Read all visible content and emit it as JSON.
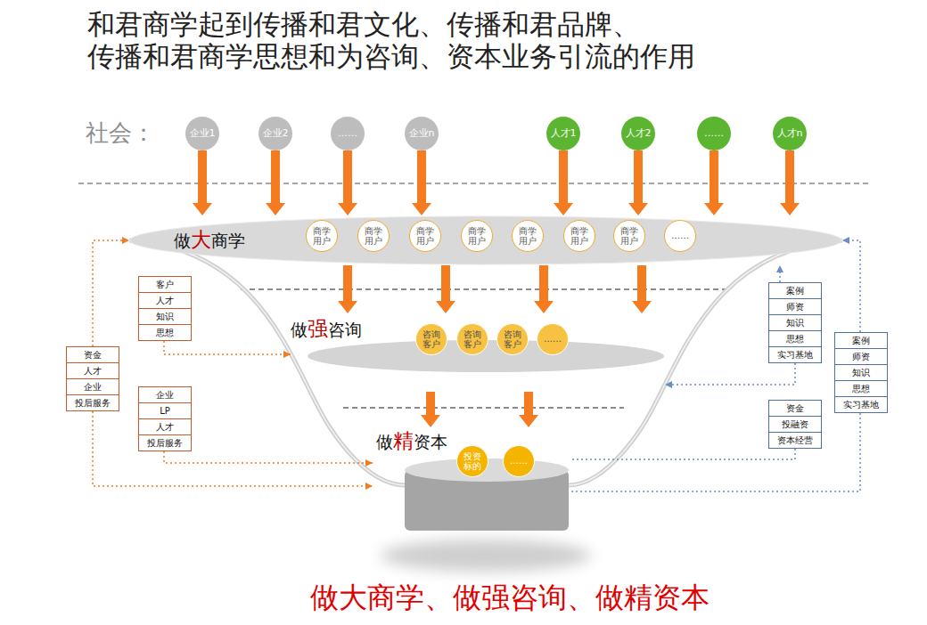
{
  "diagram": {
    "title": "和君商学起到传播和君文化、传播和君品牌、 传播和君商学思想和为咨询、资本业务引流的作用",
    "caption": "做大商学、做强咨询、做精资本",
    "nodes": [
      {
        "text": [
          "企业1"
        ]
      },
      {
        "text": [
          "企业2"
        ]
      },
      {
        "text": [
          "……"
        ]
      },
      {
        "text": [
          "企业n"
        ]
      },
      {
        "text": [
          "人才1"
        ]
      },
      {
        "text": [
          "人才2"
        ]
      },
      {
        "text": [
          "……"
        ]
      },
      {
        "text": [
          "人才n"
        ]
      },
      {
        "text": [
          "做大商学"
        ]
      },
      {
        "text": [
          "商学用户"
        ],
        "in": 8
      },
      {
        "text": [
          "商学用户"
        ],
        "in": 8
      },
      {
        "text": [
          "商学用户"
        ],
        "in": 8
      },
      {
        "text": [
          "商学用户"
        ],
        "in": 8
      },
      {
        "text": [
          "商学用户"
        ],
        "in": 8
      },
      {
        "text": [
          "商学用户"
        ],
        "in": 8
      },
      {
        "text": [
          "商学用户"
        ],
        "in": 8
      },
      {
        "text": [
          "……"
        ],
        "in": 8
      },
      {
        "text": [
          "客户"
        ]
      },
      {
        "text": [
          "人才"
        ]
      },
      {
        "text": [
          "知识"
        ]
      },
      {
        "text": [
          "思想"
        ]
      },
      {
        "text": [
          "案例"
        ]
      },
      {
        "text": [
          "师资"
        ]
      },
      {
        "text": [
          "知识"
        ]
      },
      {
        "text": [
          "思想"
        ]
      },
      {
        "text": [
          "实习基地"
        ]
      },
      {
        "text": [
          "做强咨询"
        ]
      },
      {
        "text": [
          "咨询客户"
        ],
        "in": 26
      },
      {
        "text": [
          "咨询客户"
        ],
        "in": 26
      },
      {
        "text": [
          "咨询客户"
        ],
        "in": 26
      },
      {
        "text": [
          "……"
        ],
        "in": 26
      },
      {
        "text": [
          "资金"
        ]
      },
      {
        "text": [
          "人才"
        ]
      },
      {
        "text": [
          "企业"
        ]
      },
      {
        "text": [
          "投后服务"
        ]
      },
      {
        "text": [
          "案例"
        ]
      },
      {
        "text": [
          "师资"
        ]
      },
      {
        "text": [
          "知识"
        ]
      },
      {
        "text": [
          "思想"
        ]
      },
      {
        "text": [
          "实习基地"
        ]
      },
      {
        "text": [
          "企业"
        ]
      },
      {
        "text": [
          "LP"
        ]
      },
      {
        "text": [
          "人才"
        ]
      },
      {
        "text": [
          "投后服务"
        ]
      },
      {
        "text": [
          "资金"
        ]
      },
      {
        "text": [
          "投融资"
        ]
      },
      {
        "text": [
          "资本经营"
        ]
      },
      {
        "text": [
          "做精资本"
        ]
      },
      {
        "text": [
          "投资标的"
        ],
        "in": 47
      },
      {
        "text": [
          "……"
        ],
        "in": 47
      }
    ],
    "edges": [
      {
        "from": 0,
        "to": 8,
        "arrow": "to"
      },
      {
        "from": 1,
        "to": 8,
        "arrow": "to"
      },
      {
        "from": 2,
        "to": 8,
        "arrow": "to"
      },
      {
        "from": 3,
        "to": 8,
        "arrow": "to"
      },
      {
        "from": 4,
        "to": 8,
        "arrow": "to"
      },
      {
        "from": 5,
        "to": 8,
        "arrow": "to"
      },
      {
        "from": 6,
        "to": 8,
        "arrow": "to"
      },
      {
        "from": 7,
        "to": 8,
        "arrow": "to"
      },
      {
        "from": 8,
        "to": 26,
        "arrow": "to"
      },
      {
        "from": 8,
        "to": 26,
        "arrow": "to"
      },
      {
        "from": 8,
        "to": 26,
        "arrow": "to"
      },
      {
        "from": 8,
        "to": 26,
        "arrow": "to"
      },
      {
        "from": 26,
        "to": 47,
        "arrow": "to"
      },
      {
        "from": 26,
        "to": 47,
        "arrow": "to"
      },
      {
        "from": 20,
        "to": 26,
        "arrow": "to"
      },
      {
        "from": 43,
        "to": 47,
        "arrow": "to"
      },
      {
        "from": 31,
        "to": 8,
        "arrow": "to"
      },
      {
        "from": 34,
        "to": 47,
        "arrow": "to"
      },
      {
        "from": 21,
        "to": 8,
        "arrow": "to"
      },
      {
        "from": 25,
        "to": 26,
        "arrow": "to"
      },
      {
        "from": 46,
        "to": 47,
        "arrow": "none"
      },
      {
        "from": 35,
        "to": 8,
        "arrow": "to"
      },
      {
        "from": 39,
        "to": 47,
        "arrow": "none"
      }
    ],
    "labels": [
      "社会："
    ]
  }
}
